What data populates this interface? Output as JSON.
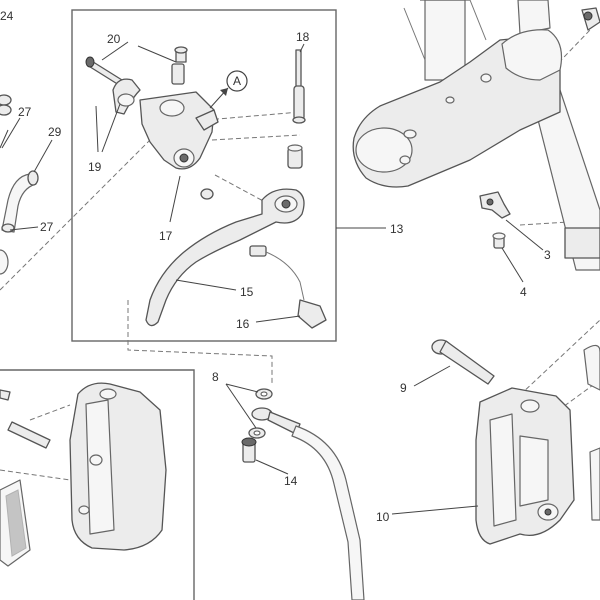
{
  "callouts": {
    "c24": "24",
    "c27a": "27",
    "c29": "29",
    "c27b": "27",
    "c20": "20",
    "c18": "18",
    "cA": "A",
    "c19": "19",
    "c17": "17",
    "c13": "13",
    "c15": "15",
    "c16": "16",
    "c3": "3",
    "c4": "4",
    "c8": "8",
    "c9": "9",
    "c14": "14",
    "c10": "10"
  },
  "colors": {
    "line": "#555555",
    "part_fill": "#ececec",
    "background": "#ffffff"
  }
}
